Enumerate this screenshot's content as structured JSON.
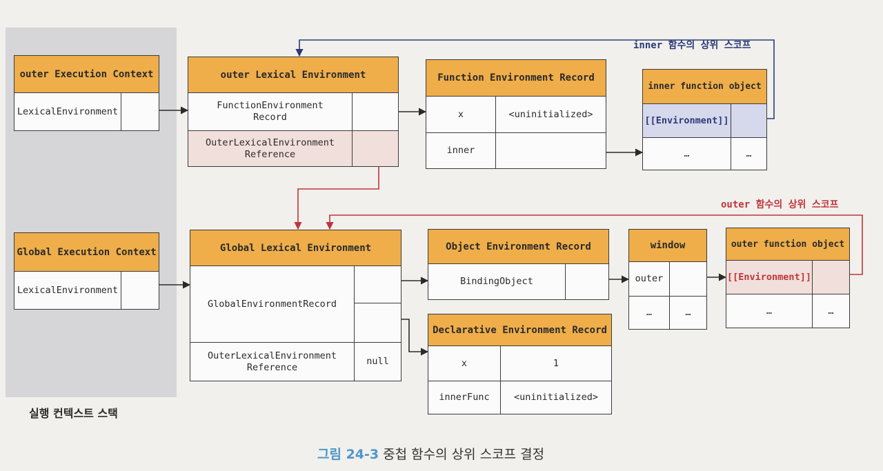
{
  "stack_label": "실행 컨텍스트 스택",
  "caption": {
    "number": "그림 24-3",
    "text": "중첩 함수의 상위 스코프 결정"
  },
  "annotations": {
    "inner_scope": "inner 함수의 상위 스코프",
    "outer_scope": "outer 함수의 상위 스코프"
  },
  "outer_ec": {
    "title": "outer Execution Context",
    "row": "LexicalEnvironment"
  },
  "global_ec": {
    "title": "Global Execution Context",
    "row": "LexicalEnvironment"
  },
  "outer_le": {
    "title": "outer Lexical Environment",
    "rows": [
      "FunctionEnvironment\nRecord",
      "OuterLexicalEnvironment\nReference"
    ]
  },
  "global_le": {
    "title": "Global Lexical Environment",
    "rows": [
      "GlobalEnvironmentRecord",
      "OuterLexicalEnvironment\nReference"
    ],
    "null_value": "null"
  },
  "fer": {
    "title": "Function Environment Record",
    "rows": [
      {
        "name": "x",
        "value": "<uninitialized>"
      },
      {
        "name": "inner",
        "value": ""
      }
    ]
  },
  "inner_fo": {
    "title": "inner function object",
    "env": "[[Environment]]",
    "more1": "…",
    "more2": "…"
  },
  "oer": {
    "title": "Object Environment Record",
    "row": "BindingObject"
  },
  "der": {
    "title": "Declarative Environment Record",
    "rows": [
      {
        "name": "x",
        "value": "1"
      },
      {
        "name": "innerFunc",
        "value": "<uninitialized>"
      }
    ]
  },
  "window": {
    "title": "window",
    "row1": "outer",
    "more1": "…",
    "more2": "…"
  },
  "outer_fo": {
    "title": "outer function object",
    "env": "[[Environment]]",
    "more1": "…",
    "more2": "…"
  },
  "colors": {
    "header": "#efae4a",
    "blue_arrow": "#2c3a78",
    "red_arrow": "#c0343a",
    "pink_cell": "#f1dfdb",
    "lavender_cell": "#d6d9ec"
  }
}
